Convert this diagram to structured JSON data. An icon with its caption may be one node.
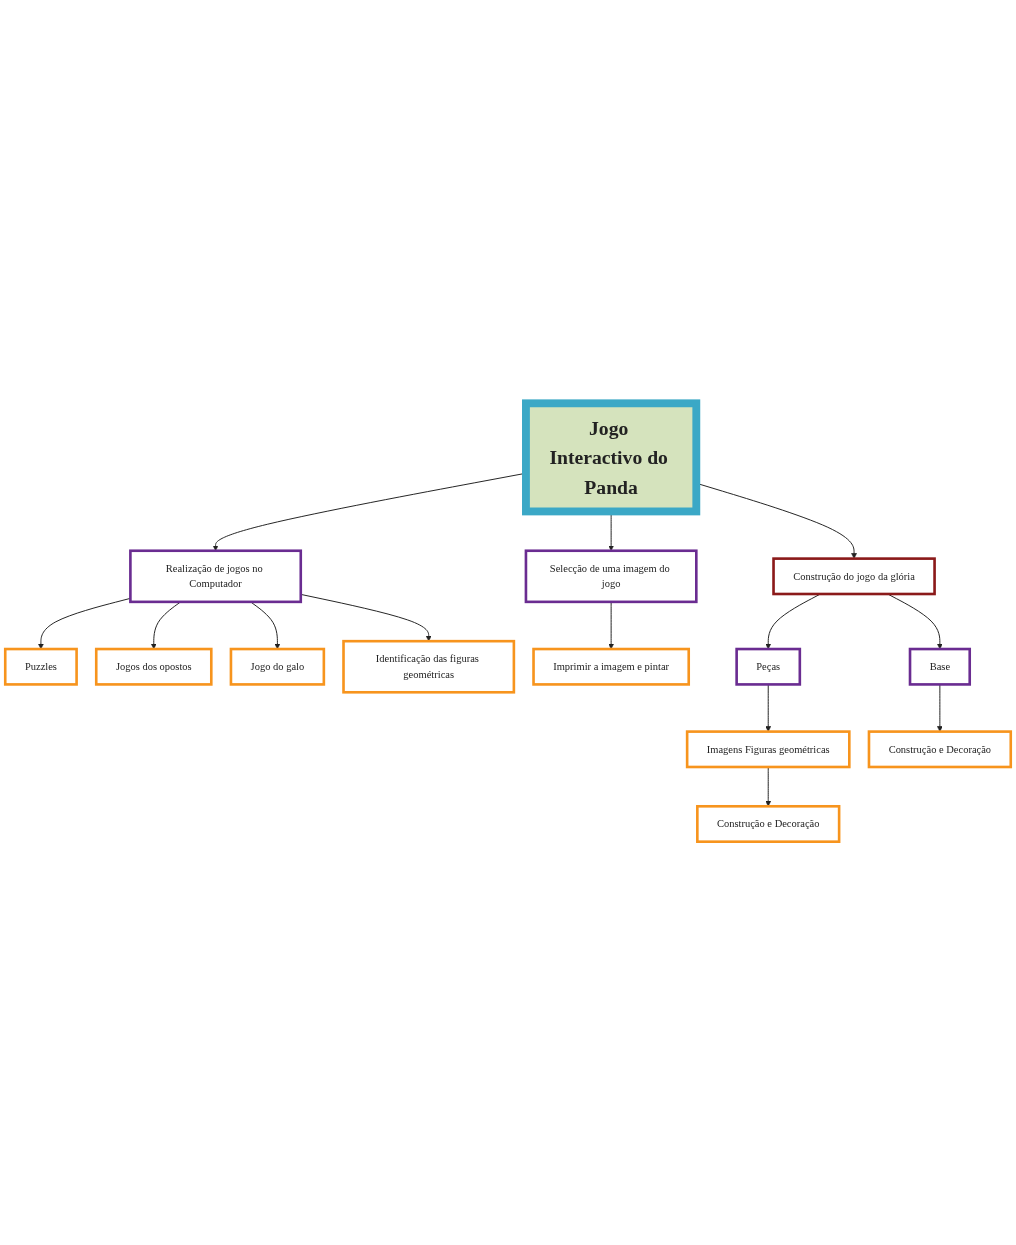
{
  "diagram": {
    "nodes": [
      {
        "text": [
          "Puzzles"
        ]
      },
      {
        "text": [
          "Jogos dos opostos"
        ]
      },
      {
        "text": [
          "Jogo do galo"
        ]
      },
      {
        "text": [
          "Imprimir a imagem e pintar"
        ]
      },
      {
        "text": [
          "Realização de jogos no Computador"
        ]
      },
      {
        "text": [
          "Selecção de uma imagem do jogo"
        ]
      },
      {
        "text": [
          "Identificação das figuras geométricas"
        ]
      },
      {
        "text": [
          "Jogo Interactivo do Panda"
        ]
      },
      {
        "text": [
          "Construção do jogo da glória"
        ]
      },
      {
        "text": [
          "Peças"
        ]
      },
      {
        "text": [
          "Base"
        ]
      },
      {
        "text": [
          "Construção e Decoração"
        ]
      },
      {
        "text": [
          "Imagens Figuras geométricas"
        ]
      },
      {
        "text": [
          "Construção e Decoração"
        ]
      }
    ],
    "edges": [
      {
        "from": 7,
        "to": 4,
        "arrow": "to"
      },
      {
        "from": 7,
        "to": 5,
        "arrow": "to"
      },
      {
        "from": 4,
        "to": 0,
        "arrow": "to"
      },
      {
        "from": 4,
        "to": 1,
        "arrow": "to"
      },
      {
        "from": 4,
        "to": 2,
        "arrow": "to"
      },
      {
        "from": 4,
        "to": 6,
        "arrow": "to"
      },
      {
        "from": 5,
        "to": 3,
        "arrow": "to"
      },
      {
        "from": 7,
        "to": 8,
        "arrow": "to"
      },
      {
        "from": 8,
        "to": 9,
        "arrow": "to"
      },
      {
        "from": 8,
        "to": 10,
        "arrow": "to"
      },
      {
        "from": 9,
        "to": 12,
        "arrow": "to"
      },
      {
        "from": 12,
        "to": 11,
        "arrow": "to"
      },
      {
        "from": 10,
        "to": 13,
        "arrow": "to"
      }
    ]
  }
}
